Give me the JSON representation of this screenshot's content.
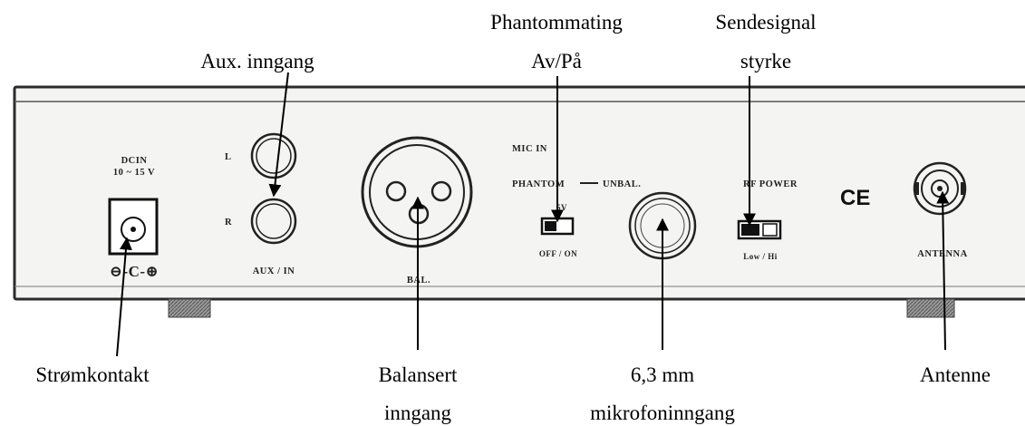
{
  "callouts": {
    "aux_in": "Aux. inngang",
    "phantom_line1": "Phantommating",
    "phantom_line2": "Av/På",
    "rf_line1": "Sendesignal",
    "rf_line2": "styrke",
    "power": "Strømkontakt",
    "balanced_line1": "Balansert",
    "balanced_line2": "inngang",
    "mic_line1": "6,3 mm",
    "mic_line2": "mikrofoninngang",
    "antenna": "Antenne"
  },
  "panel": {
    "dcin_line1": "DCIN",
    "dcin_line2": "10 ~ 15 V",
    "polarity_symbol": "⊖-C-⊕",
    "aux_l": "L",
    "aux_r": "R",
    "aux_label": "AUX / IN",
    "bal_label": "BAL.",
    "mic_in": "MIC IN",
    "phantom": "PHANTOM",
    "unbal": "UNBAL.",
    "phantom_voltage": "5V",
    "off_on": "OFF / ON",
    "rf_power": "RF POWER",
    "low_hi": "Low / Hi",
    "ce_mark": "CE",
    "antenna_label": "ANTENNA"
  },
  "colors": {
    "panel_stroke": "#2b2b2b",
    "panel_fill": "#f4f4f2",
    "feet": "#7a7a7a"
  }
}
